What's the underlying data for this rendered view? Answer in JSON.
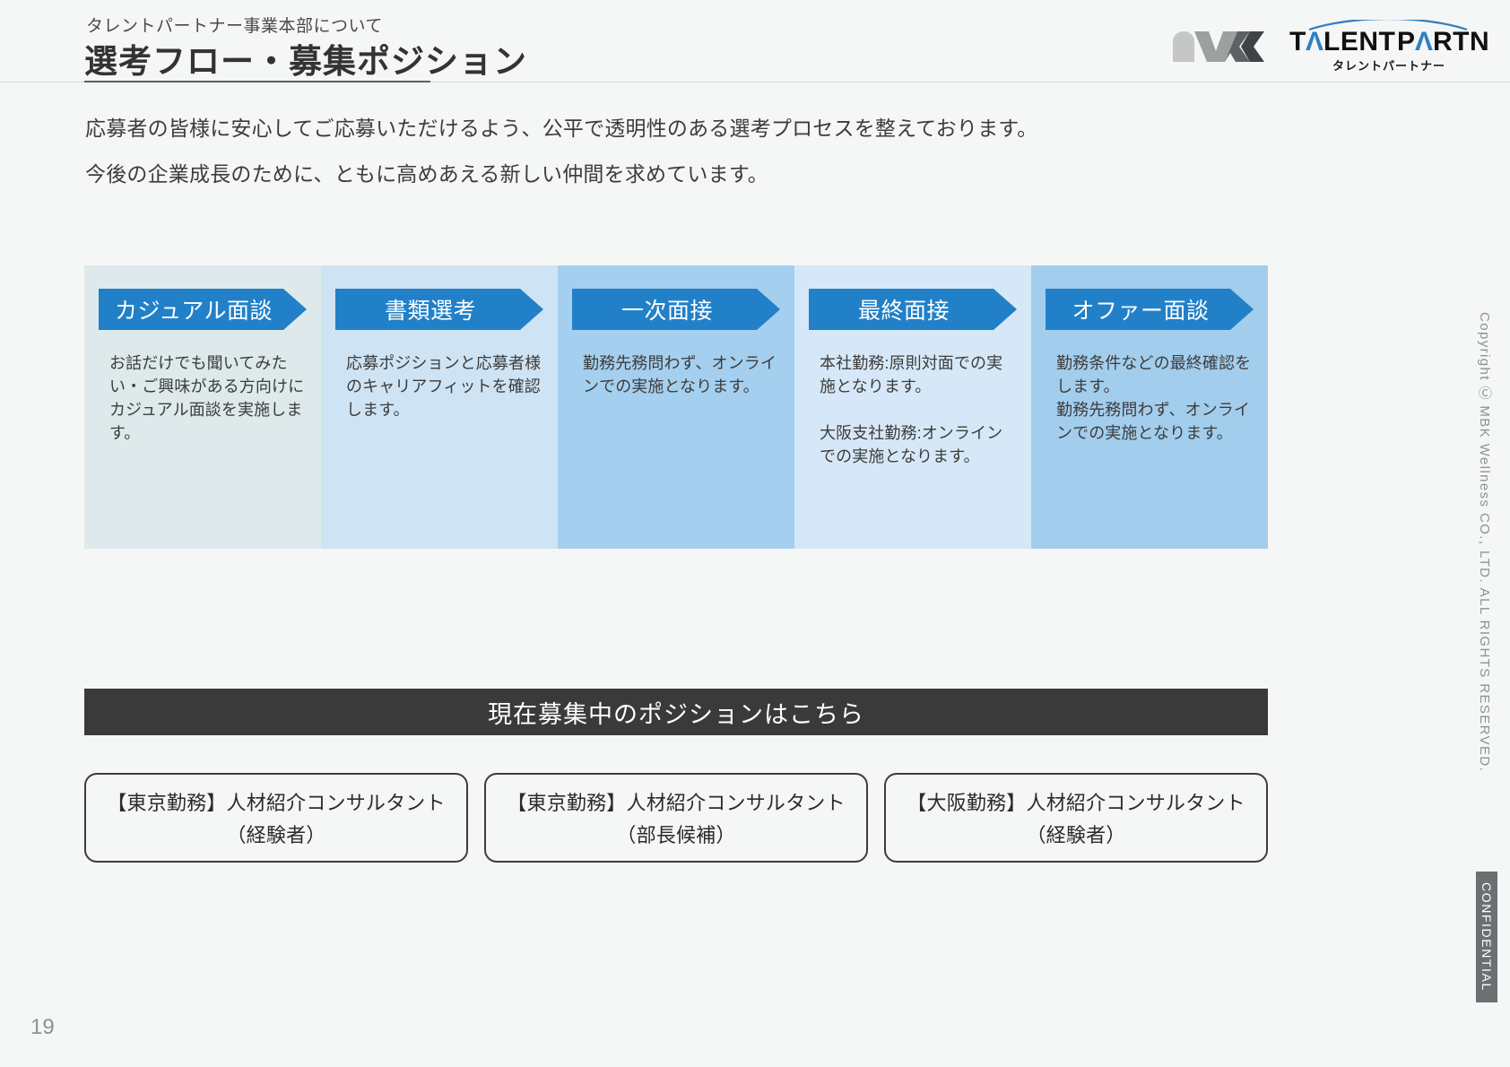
{
  "header": {
    "eyebrow": "タレントパートナー事業本部について",
    "title": "選考フロー・募集ポジション",
    "logo_mbk": "mbk-logo",
    "logo_talent_partner": "TALENT PARTNER",
    "logo_talent_partner_sub": "タレントパートナー"
  },
  "intro": {
    "line1": "応募者の皆様に安心してご応募いただけるよう、公平で透明性のある選考プロセスを整えております。",
    "line2": "今後の企業成長のために、ともに高めあえる新しい仲間を求めています。"
  },
  "flow": {
    "steps": [
      {
        "label": "カジュアル面談",
        "body": "お話だけでも聞いてみたい・ご興味がある方向けにカジュアル面談を実施します。",
        "bg": "#dde9ea"
      },
      {
        "label": "書類選考",
        "body": "応募ポジションと応募者様のキャリアフィットを確認します。",
        "bg": "#cee3f3"
      },
      {
        "label": "一次面接",
        "body": "勤務先務問わず、オンラインでの実施となります。",
        "bg": "#a5cfee"
      },
      {
        "label": "最終面接",
        "body": "本社勤務:原則対面での実施となります。\n\n大阪支社勤務:オンラインでの実施となります。",
        "bg": "#d6e8f7"
      },
      {
        "label": "オファー面談",
        "body": "勤務条件などの最終確認をします。\n勤務先務問わず、オンラインでの実施となります。",
        "bg": "#a3cdec"
      }
    ],
    "chevron_color": "#2180c8"
  },
  "banner": {
    "label": "現在募集中のポジションはこちら",
    "bg": "#3a3a3a"
  },
  "positions": [
    {
      "line1": "【東京勤務】人材紹介コンサルタント",
      "line2": "（経験者）"
    },
    {
      "line1": "【東京勤務】人材紹介コンサルタント",
      "line2": "（部長候補）"
    },
    {
      "line1": "【大阪勤務】人材紹介コンサルタント",
      "line2": "（経験者）"
    }
  ],
  "footer": {
    "copyright": "Copyright Ⓒ MBK Wellness CO., LTD. ALL RIGHTS RESERVED.",
    "confidential": "CONFIDENTIAL",
    "page_number": "19"
  }
}
